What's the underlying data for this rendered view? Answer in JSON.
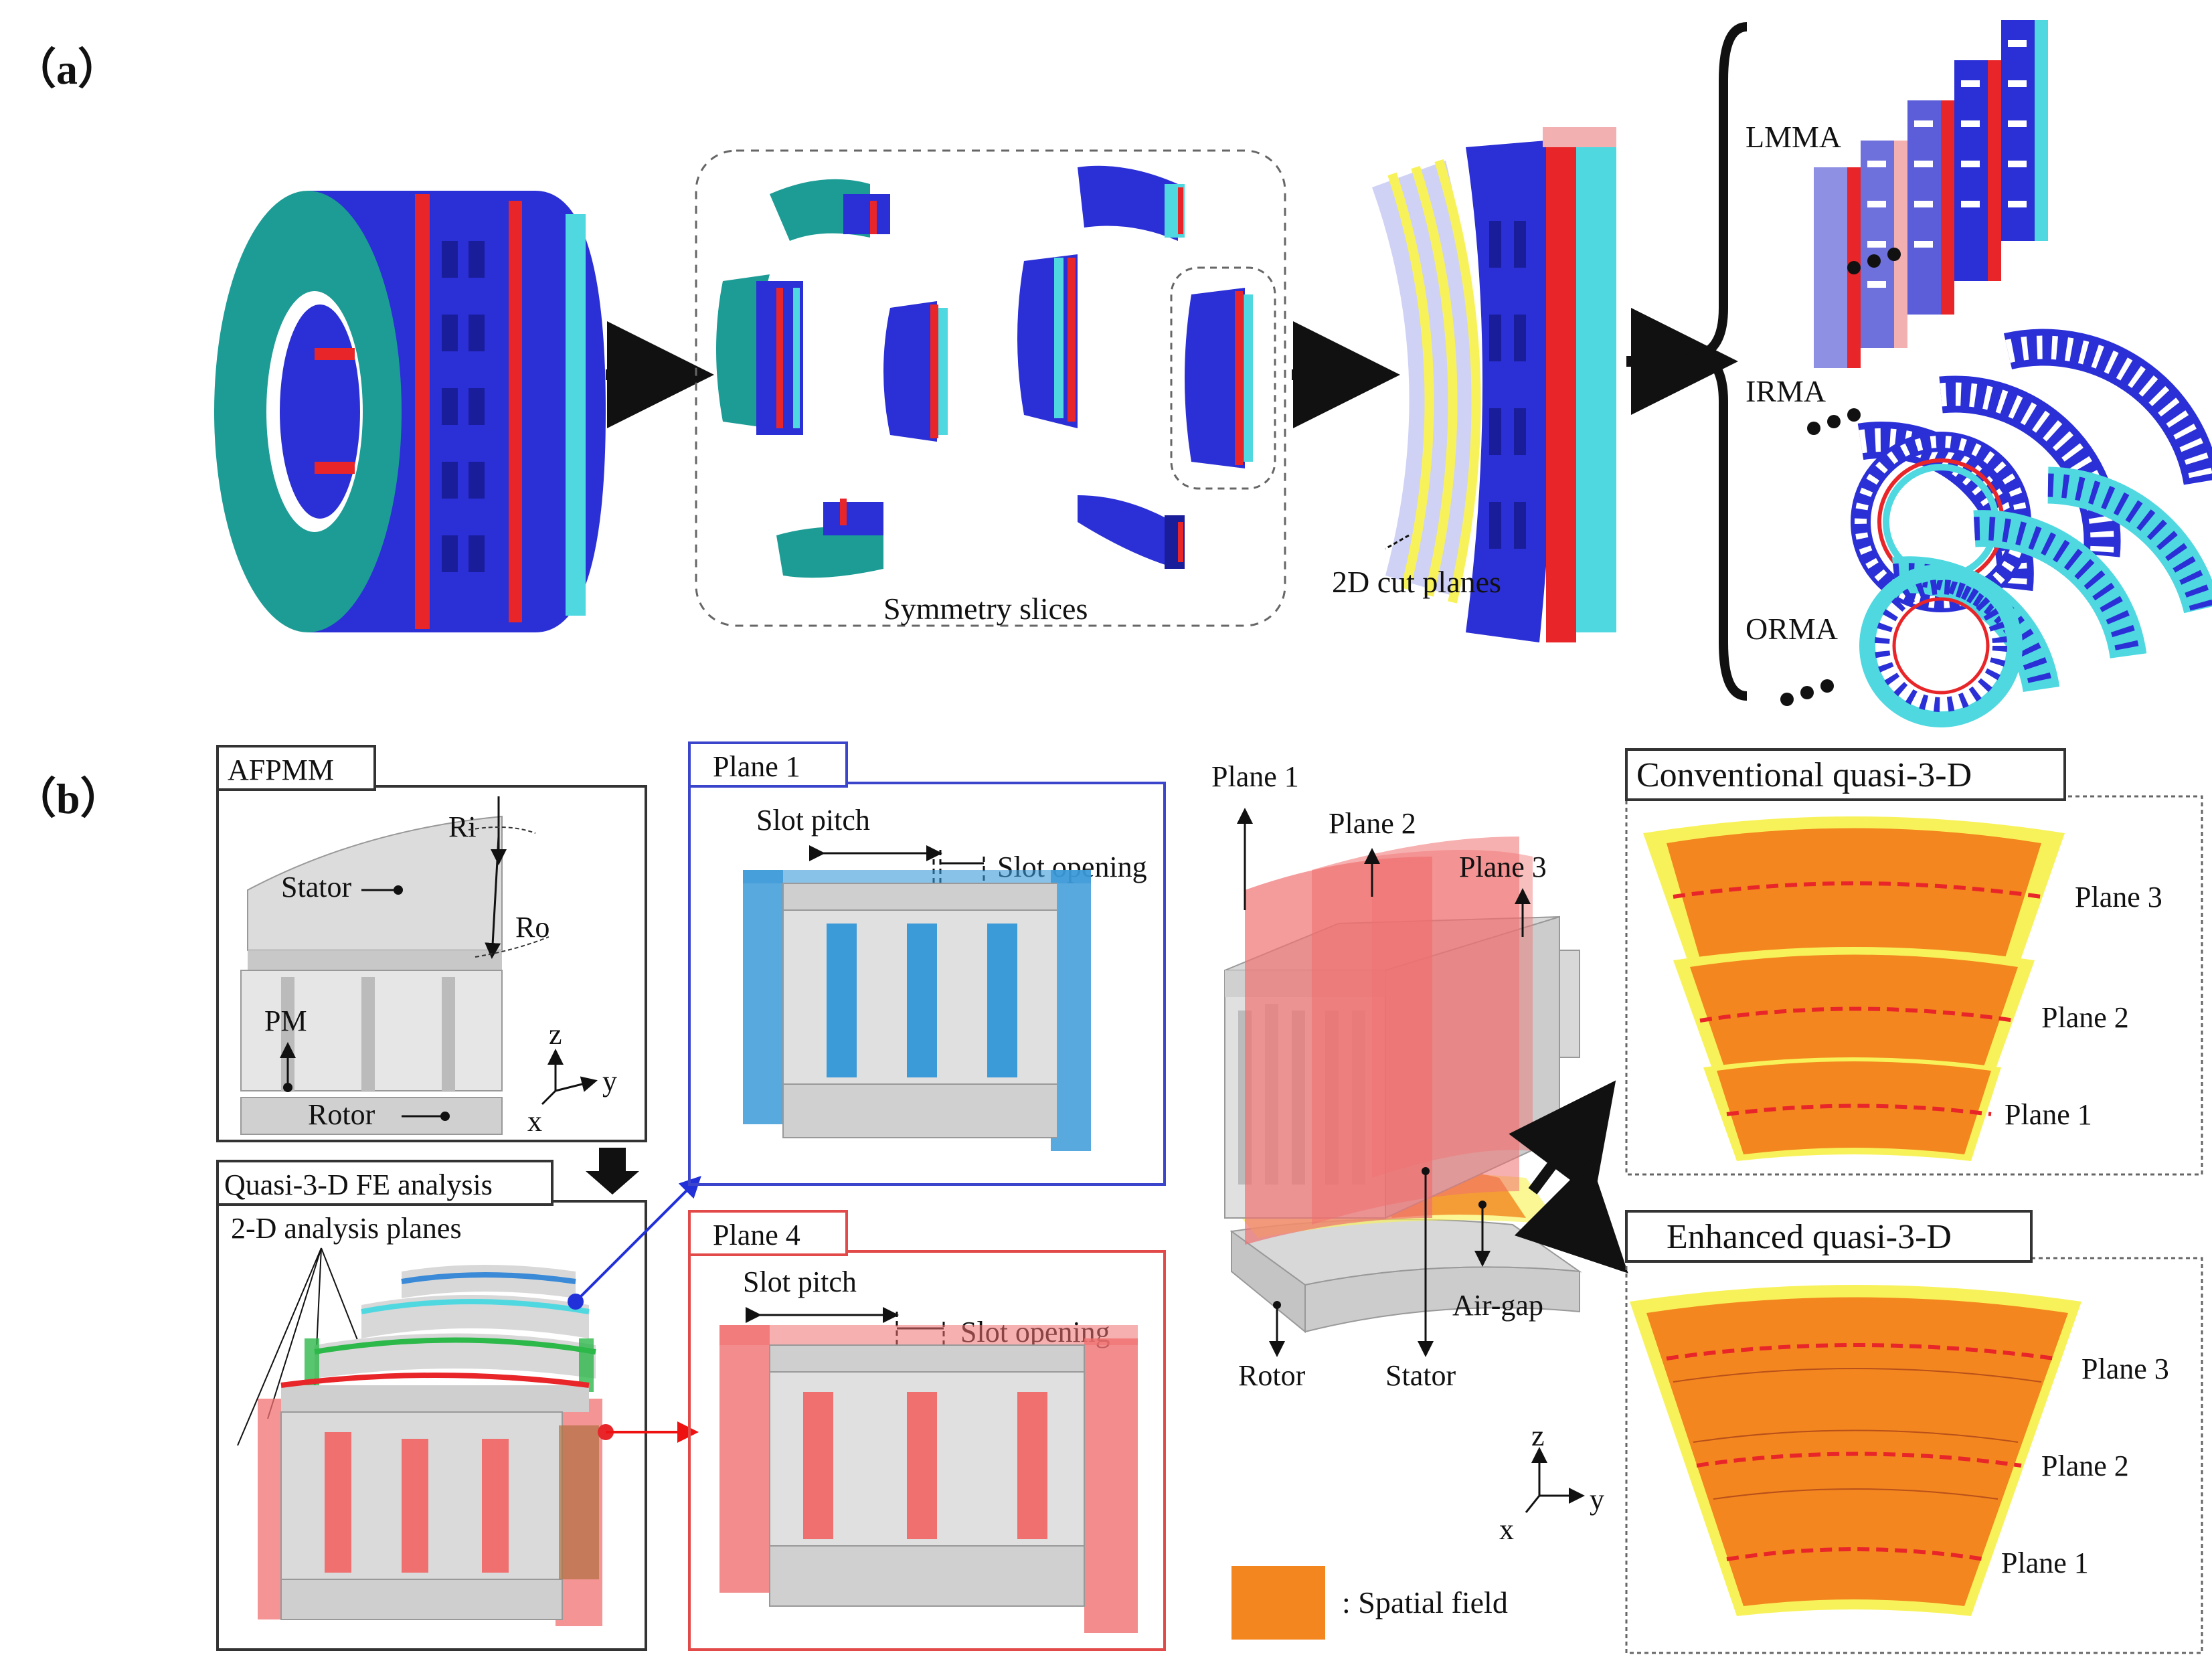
{
  "panel_a": {
    "label": "（a）",
    "symmetry_label": "Symmetry slices",
    "cutplanes_label": "2D cut planes",
    "methods": [
      "LMMA",
      "IRMA",
      "ORMA"
    ]
  },
  "panel_b": {
    "label": "（b）",
    "afpmm": {
      "title": "AFPMM",
      "ri": "Ri",
      "ro": "Ro",
      "stator": "Stator",
      "pm": "PM",
      "rotor": "Rotor",
      "ax_z": "z",
      "ax_y": "y",
      "ax_x": "x"
    },
    "quasi": {
      "title": "Quasi-3-D FE analysis",
      "planes_label": "2-D analysis planes"
    },
    "plane1": {
      "title": "Plane 1",
      "slot_pitch": "Slot pitch",
      "slot_opening": "Slot opening"
    },
    "plane4": {
      "title": "Plane 4",
      "slot_pitch": "Slot pitch",
      "slot_opening": "Slot opening"
    },
    "mid": {
      "plane1": "Plane 1",
      "plane2": "Plane 2",
      "plane3": "Plane 3",
      "airgap": "Air-gap",
      "rotor": "Rotor",
      "stator": "Stator",
      "ax_z": "z",
      "ax_y": "y",
      "ax_x": "x",
      "legend": ": Spatial field"
    },
    "conventional": {
      "title": "Conventional quasi-3-D",
      "plane3": "Plane 3",
      "plane2": "Plane 2",
      "plane1": "Plane 1"
    },
    "enhanced": {
      "title": "Enhanced quasi-3-D",
      "plane3": "Plane 3",
      "plane2": "Plane 2",
      "plane1": "Plane 1"
    }
  },
  "colors": {
    "blue": "#2b2fd6",
    "teal": "#1d9c95",
    "red": "#e8262a",
    "cyan": "#4fd8e0",
    "orange": "#f3861f",
    "yellow": "#f8f25a",
    "gray": "#d6d6d6"
  }
}
